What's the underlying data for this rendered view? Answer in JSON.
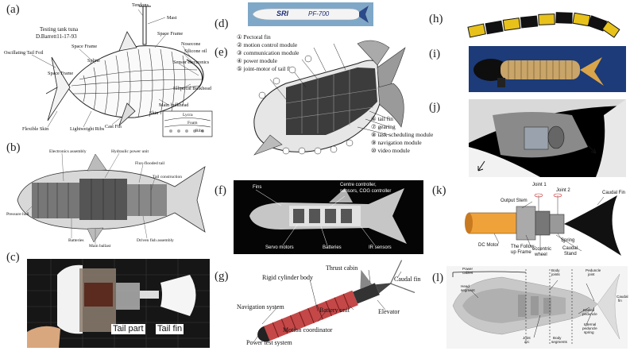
{
  "panels": {
    "a": {
      "letter": "(a)",
      "title_line1": "Testing tank tuna",
      "title_line2": "D.Barrett11-17-93",
      "labels": [
        "Tendons",
        "Mast",
        "Space Frame",
        "Nosecone",
        "Silicone oil",
        "Sensor electronics",
        "Elliptical Bulkhead",
        "Main bulkhead",
        "Oscillating Tail Foil",
        "Space Frame",
        "Spline",
        "Space Frame",
        "Flexible Skin",
        "Lightweight Ribs",
        "Cast Fin",
        "Skin",
        "Lycra",
        "Foam",
        "Ribs"
      ]
    },
    "b": {
      "letter": "(b)",
      "labels": [
        "Electronics assembly",
        "Hydraulic power unit",
        "Flux-flooded tail",
        "Tail construction",
        "Pressure hull",
        "Batteries",
        "Main ballast",
        "Driven fish assembly"
      ]
    },
    "c": {
      "letter": "(c)",
      "labels": [
        "Tail part",
        "Tail fin"
      ]
    },
    "d": {
      "letter": "(d)",
      "hull_text_1": "SRI",
      "hull_text_2": "PF-700"
    },
    "e": {
      "letter": "(e)",
      "legend_left": [
        "① Pectoral fin",
        "② motion control module",
        "③ communication module",
        "④ power module",
        "⑤ joint-motor of tail fin"
      ],
      "legend_right": [
        "⑥ tail fin",
        "⑦ gearing",
        "⑧ task scheduling module",
        "⑨ navigation module",
        "⑩ video module"
      ]
    },
    "f": {
      "letter": "(f)",
      "labels": [
        "Fins",
        "Centre controller,",
        "sensors, COG controller",
        "Servo motors",
        "Batteries",
        "IR sensors"
      ]
    },
    "g": {
      "letter": "(g)",
      "labels": [
        "Thrust cabin",
        "Rigid cylinder body",
        "Caudal fin",
        "Navigation system",
        "Battery unit",
        "Elevator",
        "Motion coordinator",
        "Power test system"
      ]
    },
    "h": {
      "letter": "(h)"
    },
    "i": {
      "letter": "(i)"
    },
    "j": {
      "letter": "(j)"
    },
    "k": {
      "letter": "(k)",
      "labels": [
        "Joint 1",
        "Joint 2",
        "Output Stem",
        "Caudal Fin",
        "DC Motor",
        "The Follow-",
        "up Frame",
        "eccentric",
        "wheel",
        "Spring",
        "Caudal",
        "Stand"
      ]
    },
    "l": {
      "letter": "(l)",
      "labels": [
        "Power",
        "cables",
        "Head",
        "segment",
        "Body",
        "joints",
        "Peduncle",
        "joint",
        "Caudal",
        "fin",
        "Keeled",
        "peduncle",
        "Internal",
        "peduncle",
        "spring",
        "Joint",
        "arc",
        "Body",
        "segments"
      ]
    }
  },
  "colors": {
    "photo_dark": "#1a1a1a",
    "fish_gray": "#cfcfcf",
    "yellow_segment": "#e8c21a",
    "caudal_black": "#111111"
  }
}
